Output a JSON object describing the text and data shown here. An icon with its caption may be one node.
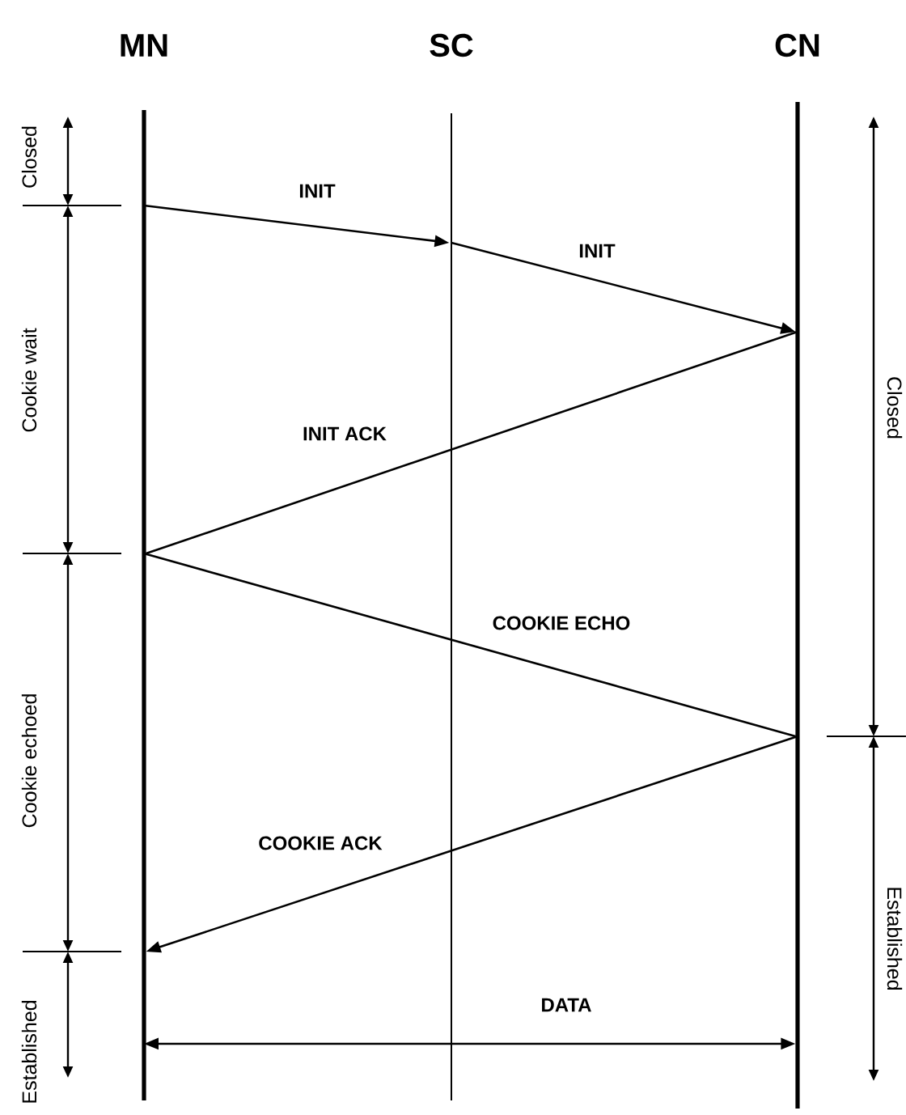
{
  "diagram": {
    "nodes": [
      {
        "text": [
          "MN"
        ]
      },
      {
        "text": [
          "SC"
        ]
      },
      {
        "text": [
          "CN"
        ]
      }
    ],
    "edges": [
      {
        "from": 0,
        "to": 1,
        "arrow": "to",
        "label": "INIT"
      },
      {
        "from": 1,
        "to": 2,
        "arrow": "to",
        "label": "INIT"
      },
      {
        "from": 2,
        "to": 0,
        "arrow": "none",
        "label": "INIT ACK"
      },
      {
        "from": 0,
        "to": 2,
        "arrow": "none",
        "label": "COOKIE ECHO"
      },
      {
        "from": 2,
        "to": 0,
        "arrow": "to",
        "label": "COOKIE ACK"
      },
      {
        "from": 0,
        "to": 2,
        "arrow": "both",
        "label": "DATA"
      }
    ],
    "labels": [
      "Closed",
      "Cookie wait",
      "Cookie echoed",
      "Established",
      "Closed",
      "Established"
    ]
  }
}
